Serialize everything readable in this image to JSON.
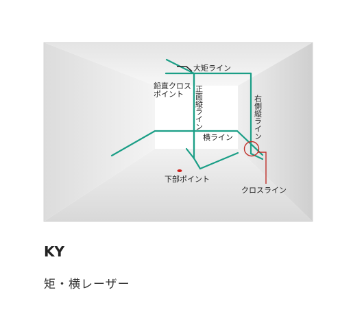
{
  "labels": {
    "ceiling_line": "大矩ライン",
    "plumb_cross_point_1": "鉛直クロス",
    "plumb_cross_point_2": "ポイント",
    "front_vertical_line": "正面縦ライン",
    "right_vertical_line": "右側縦ライン",
    "horizontal_line": "横ライン",
    "bottom_point": "下部ポイント",
    "cross_line": "クロスライン"
  },
  "product": {
    "code": "KY",
    "description": "矩・横レーザー"
  },
  "colors": {
    "laser_line": "#1a9e86",
    "laser_point": "#d0201a",
    "callout": "#c0302a",
    "room_wall_light": "#f4f4f4",
    "room_wall_dark": "#cccccc"
  }
}
